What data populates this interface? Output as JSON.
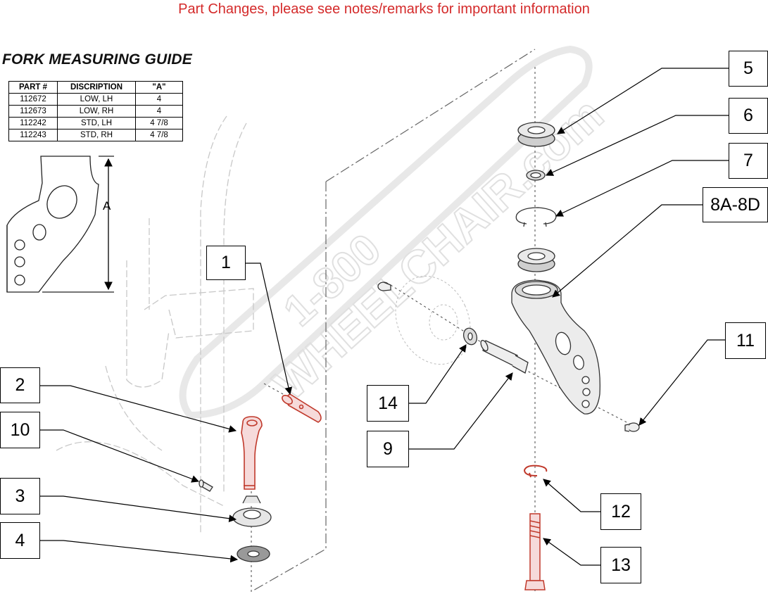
{
  "header": {
    "notice": "Part Changes, please see notes/remarks for important information"
  },
  "guide": {
    "title": "FORK MEASURING GUIDE",
    "columns": [
      "PART #",
      "DISCRIPTION",
      "\"A\""
    ],
    "rows": [
      [
        "112672",
        "LOW, LH",
        "4"
      ],
      [
        "112673",
        "LOW, RH",
        "4"
      ],
      [
        "112242",
        "STD, LH",
        "4 7/8"
      ],
      [
        "112243",
        "STD, RH",
        "4 7/8"
      ]
    ],
    "dimension_label": "A"
  },
  "watermark": {
    "line1": "1-800",
    "line2": "WHEELCHAIR.com"
  },
  "callouts": [
    "1",
    "2",
    "10",
    "3",
    "4",
    "5",
    "6",
    "7",
    "8A-8D",
    "11",
    "14",
    "9",
    "12",
    "13"
  ],
  "colors": {
    "notice": "#d42a2a",
    "highlight": "#c0392b",
    "line": "#000000",
    "part": "#555555"
  }
}
